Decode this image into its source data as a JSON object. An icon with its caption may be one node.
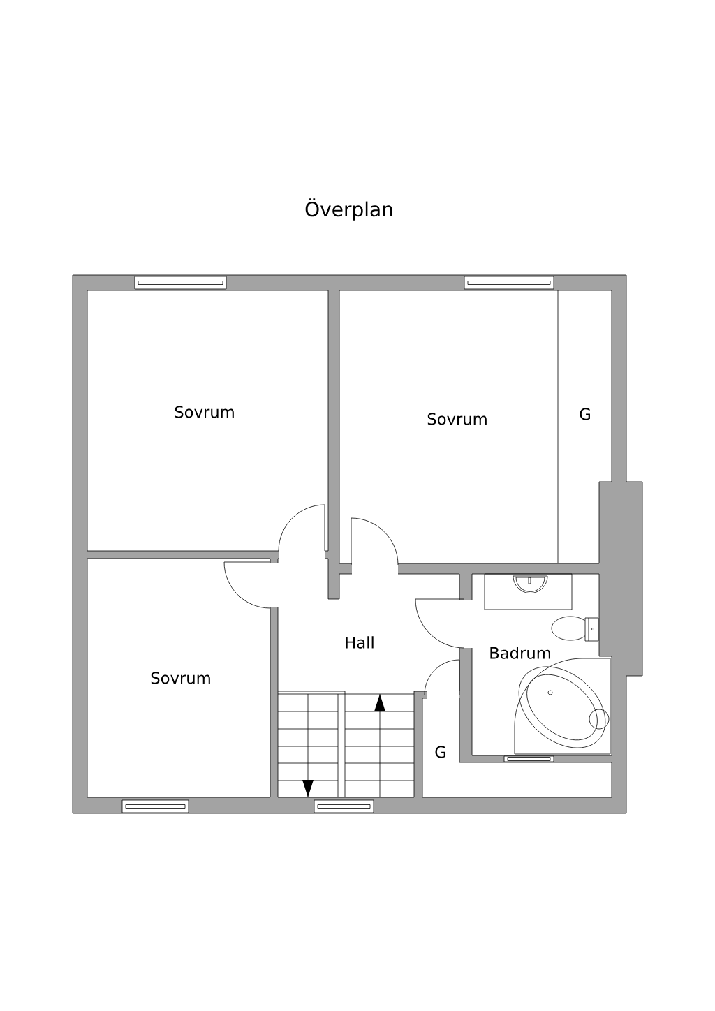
{
  "diagram": {
    "title": "Överplan",
    "labels": [
      "Sovrum",
      "Sovrum",
      "G",
      "Hall",
      "Badrum",
      "Sovrum",
      "G"
    ]
  }
}
